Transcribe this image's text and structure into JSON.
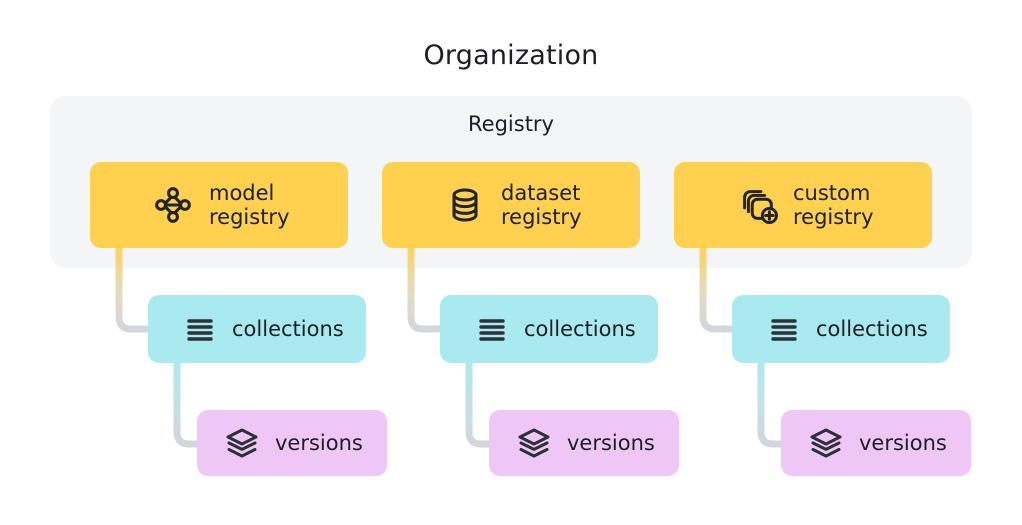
{
  "diagram": {
    "org_title": "Organization",
    "registry_title": "Registry",
    "colors": {
      "registry_card": "#ffd14f",
      "collections_card": "#a8eaf0",
      "versions_card": "#efc7f7",
      "panel_background": "#f4f5f7",
      "page_background": "#ffffff",
      "text": "#1c1e24",
      "connector_gray": "#d3d6da"
    },
    "columns": [
      {
        "registry": {
          "label": "model\nregistry",
          "icon": "node-graph-icon"
        },
        "collections": {
          "label": "collections",
          "icon": "list-lines-icon"
        },
        "versions": {
          "label": "versions",
          "icon": "layers-icon"
        }
      },
      {
        "registry": {
          "label": "dataset\nregistry",
          "icon": "database-cylinder-icon"
        },
        "collections": {
          "label": "collections",
          "icon": "list-lines-icon"
        },
        "versions": {
          "label": "versions",
          "icon": "layers-icon"
        }
      },
      {
        "registry": {
          "label": "custom\nregistry",
          "icon": "stacked-squares-plus-icon"
        },
        "collections": {
          "label": "collections",
          "icon": "list-lines-icon"
        },
        "versions": {
          "label": "versions",
          "icon": "layers-icon"
        }
      }
    ]
  }
}
